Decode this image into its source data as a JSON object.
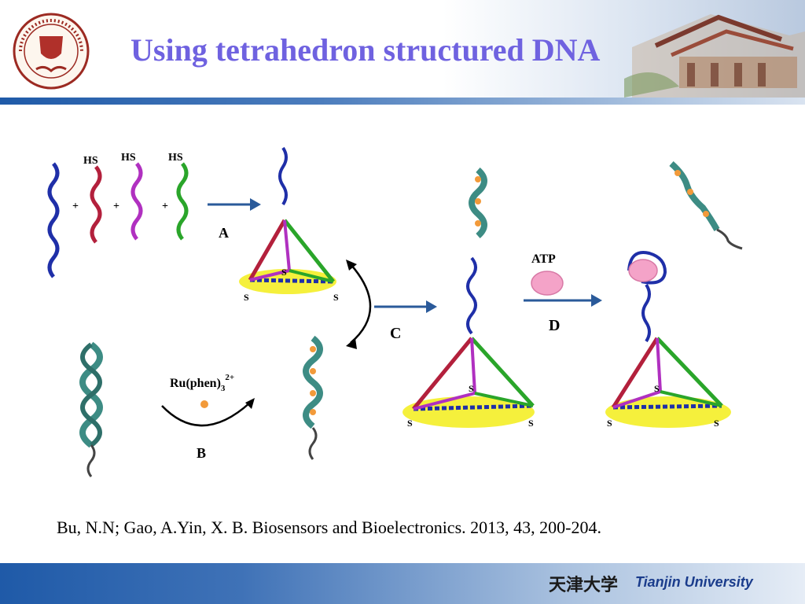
{
  "header": {
    "title": "Using tetrahedron structured DNA",
    "seal_text": "TIANJIN UNIVERSITY (PEIYANG UNIVERSITY) 1895"
  },
  "figure": {
    "hs_labels": [
      "HS",
      "HS",
      "HS"
    ],
    "plus_signs": [
      "+",
      "+",
      "+"
    ],
    "step_labels": {
      "a": "A",
      "b": "B",
      "c": "C",
      "d": "D"
    },
    "atp_label": "ATP",
    "ru_label": "Ru(phen)",
    "ru_sub": "3",
    "ru_sup": "2+",
    "s_label": "S"
  },
  "citation": "Bu, N.N; Gao, A.Yin, X. B. Biosensors and Bioelectronics. 2013, 43, 200-204.",
  "footer": {
    "university_cn": "天津大学",
    "university_en": "Tianjin University"
  },
  "colors": {
    "title": "#6f62e0",
    "footer_blue": "#1f5aa8",
    "strand_blue": "#1f2fa8",
    "strand_red": "#b3203c",
    "strand_magenta": "#b030c0",
    "strand_green": "#2aa52a",
    "aptamer_teal": "#3d8c84",
    "gold_surface": "#f5f03c"
  }
}
